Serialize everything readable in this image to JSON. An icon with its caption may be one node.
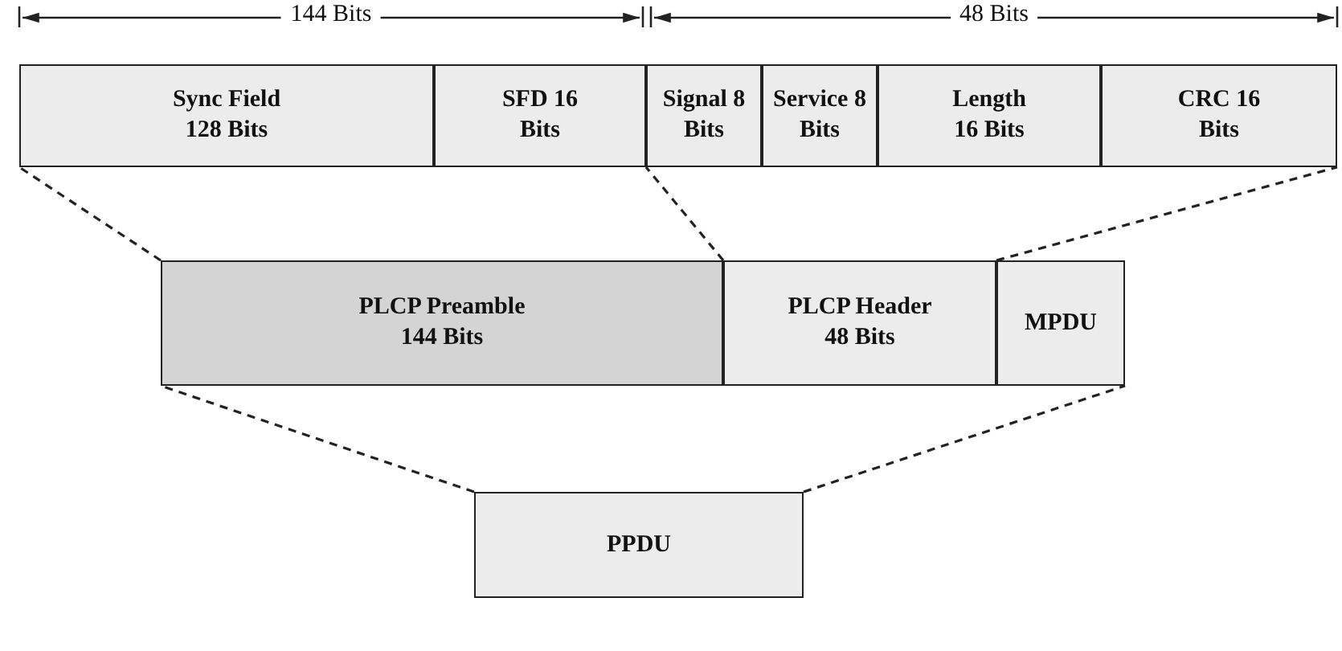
{
  "diagram": {
    "nodes": [
      {
        "text": [
          "Sync Field 128 Bits"
        ]
      },
      {
        "text": [
          "SFD 16 Bits"
        ]
      },
      {
        "text": [
          "Signal 8 Bits"
        ]
      },
      {
        "text": [
          "Service 8 Bits"
        ]
      },
      {
        "text": [
          "Length 16 Bits"
        ]
      },
      {
        "text": [
          "CRC 16 Bits"
        ]
      },
      {
        "text": [
          "PLCP Preamble 144 Bits"
        ]
      },
      {
        "text": [
          "PLCP Header 48 Bits"
        ]
      },
      {
        "text": [
          "MPDU"
        ]
      },
      {
        "text": [
          "PPDU"
        ]
      }
    ],
    "edges": [
      {
        "from": 9,
        "to": 6,
        "arrow": "none",
        "style": "dashed"
      },
      {
        "from": 9,
        "to": 8,
        "arrow": "none",
        "style": "dashed"
      },
      {
        "from": 6,
        "to": 0,
        "arrow": "none",
        "style": "dashed"
      },
      {
        "from": 7,
        "to": 2,
        "arrow": "none",
        "style": "dashed"
      },
      {
        "from": 7,
        "to": 5,
        "arrow": "none",
        "style": "dashed"
      }
    ],
    "labels": [
      "144 Bits",
      "48 Bits"
    ]
  }
}
